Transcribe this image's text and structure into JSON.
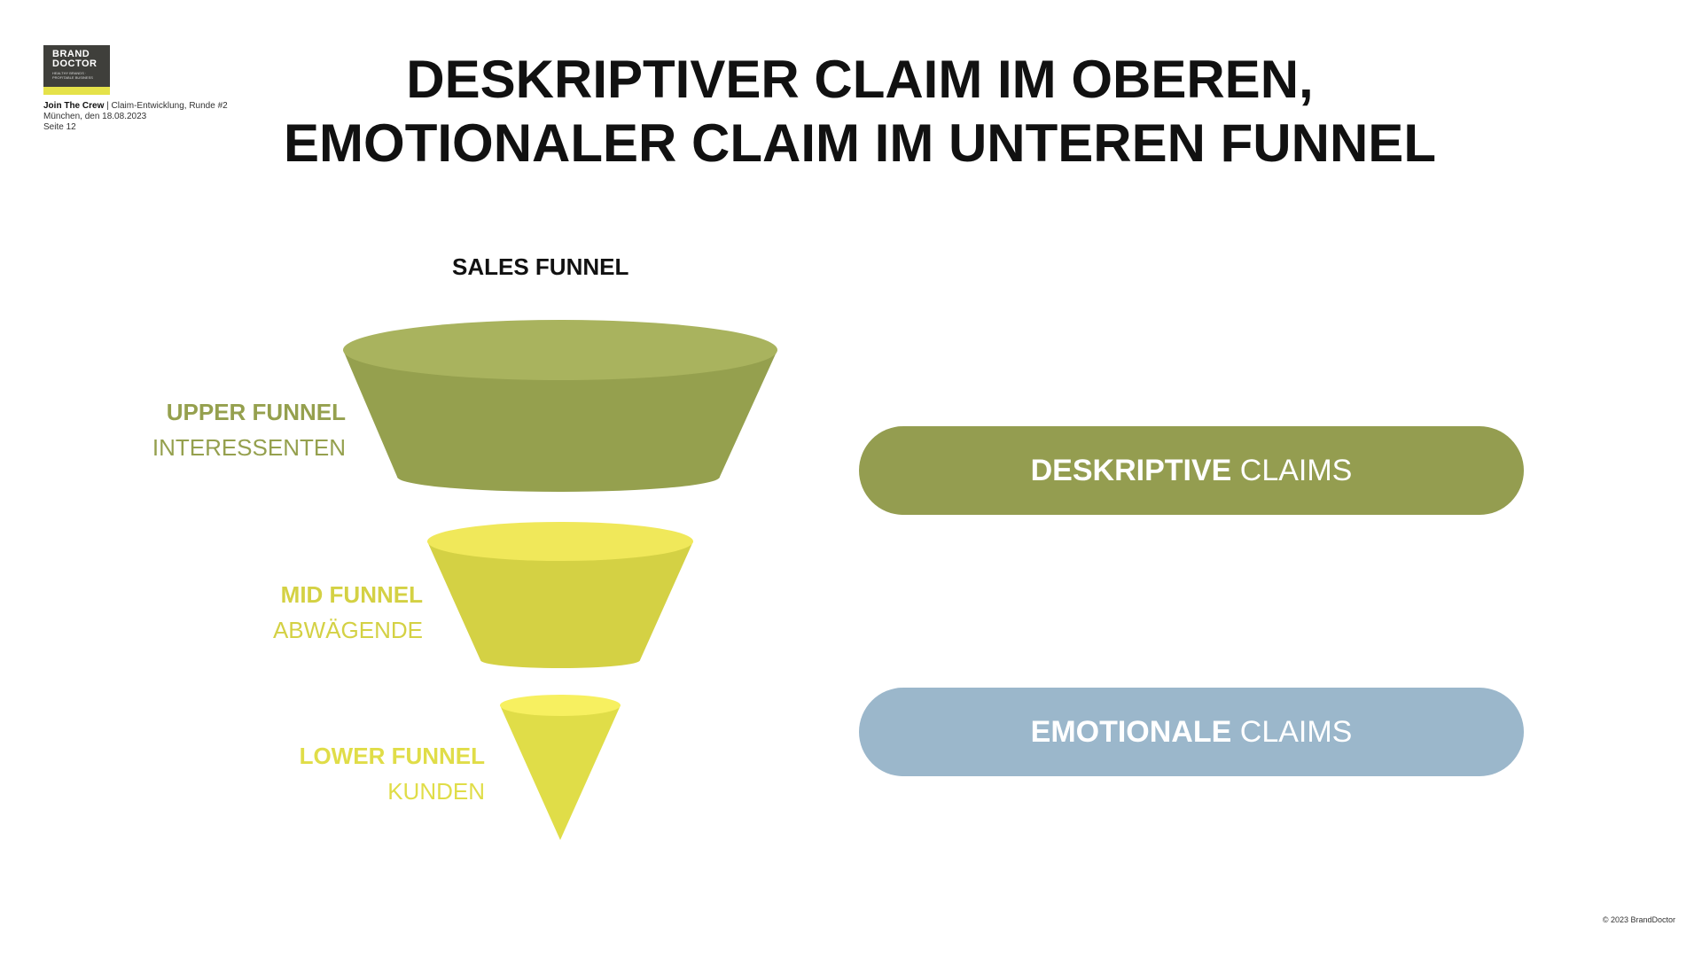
{
  "logo": {
    "line1": "BRAND",
    "line2": "DOCTOR",
    "tagline": "HEALTHY BRANDS · PROFITABLE BUSINESS"
  },
  "meta": {
    "project": "Join The Crew",
    "subtitle": " | Claim-Entwicklung, Runde #2",
    "date": "München, den 18.08.2023",
    "page": "Seite 12"
  },
  "title": {
    "line1": "DESKRIPTIVER CLAIM IM OBEREN,",
    "line2": "EMOTIONALER CLAIM IM UNTEREN FUNNEL"
  },
  "funnel": {
    "label": "SALES FUNNEL",
    "stages": [
      {
        "name": "UPPER FUNNEL",
        "sub": "INTERESSENTEN",
        "color": "#95a04e",
        "top_color": "#a9b35e"
      },
      {
        "name": "MID FUNNEL",
        "sub": "ABWÄGENDE",
        "color": "#d4d144",
        "top_color": "#f0e85a"
      },
      {
        "name": "LOWER FUNNEL",
        "sub": "KUNDEN",
        "color": "#e0dd48",
        "top_color": "#f7f060"
      }
    ]
  },
  "claims": {
    "descriptive_bold": "DESKRIPTIVE",
    "descriptive_rest": " CLAIMS",
    "descriptive_color": "#949d50",
    "emotional_bold": "EMOTIONALE",
    "emotional_rest": " CLAIMS",
    "emotional_color": "#9bb7cb"
  },
  "footer": {
    "copyright": "© 2023 BrandDoctor"
  }
}
